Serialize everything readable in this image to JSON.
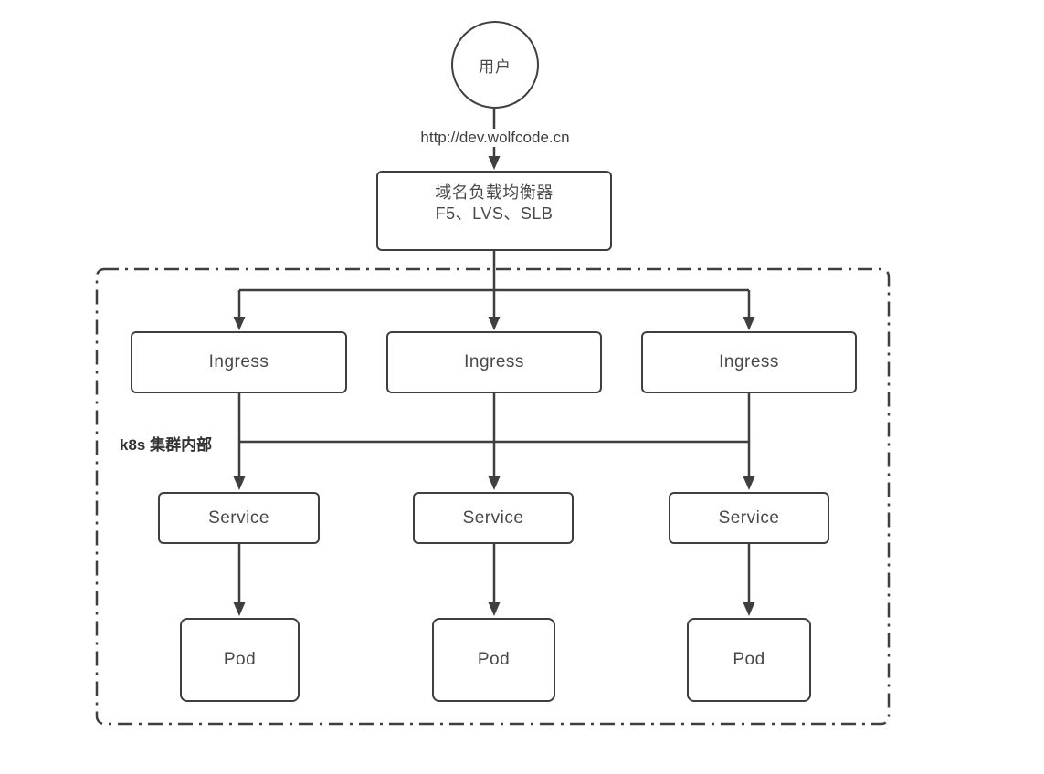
{
  "colors": {
    "background": "#ffffff",
    "stroke": "#3f3f3f",
    "text": "#484848"
  },
  "nodes": {
    "user": {
      "label": "用户"
    },
    "request_url": {
      "label": "http://dev.wolfcode.cn"
    },
    "load_balancer": {
      "line1": "域名负载均衡器",
      "line2": "F5、LVS、SLB"
    },
    "cluster": {
      "label": "k8s 集群内部"
    },
    "ingress": [
      {
        "label": "Ingress"
      },
      {
        "label": "Ingress"
      },
      {
        "label": "Ingress"
      }
    ],
    "service": [
      {
        "label": "Service"
      },
      {
        "label": "Service"
      },
      {
        "label": "Service"
      }
    ],
    "pod": [
      {
        "label": "Pod"
      },
      {
        "label": "Pod"
      },
      {
        "label": "Pod"
      }
    ]
  },
  "edges": [
    {
      "from": "user",
      "to": "load_balancer",
      "label": "http://dev.wolfcode.cn"
    },
    {
      "from": "load_balancer",
      "to": "ingress-1"
    },
    {
      "from": "load_balancer",
      "to": "ingress-2"
    },
    {
      "from": "load_balancer",
      "to": "ingress-3"
    },
    {
      "from": "ingress-1",
      "to": "service-1"
    },
    {
      "from": "ingress-2",
      "to": "service-2"
    },
    {
      "from": "ingress-3",
      "to": "service-3"
    },
    {
      "type": "bus",
      "between": [
        "ingress-1",
        "ingress-2",
        "ingress-3"
      ]
    },
    {
      "from": "service-1",
      "to": "pod-1"
    },
    {
      "from": "service-2",
      "to": "pod-2"
    },
    {
      "from": "service-3",
      "to": "pod-3"
    }
  ]
}
